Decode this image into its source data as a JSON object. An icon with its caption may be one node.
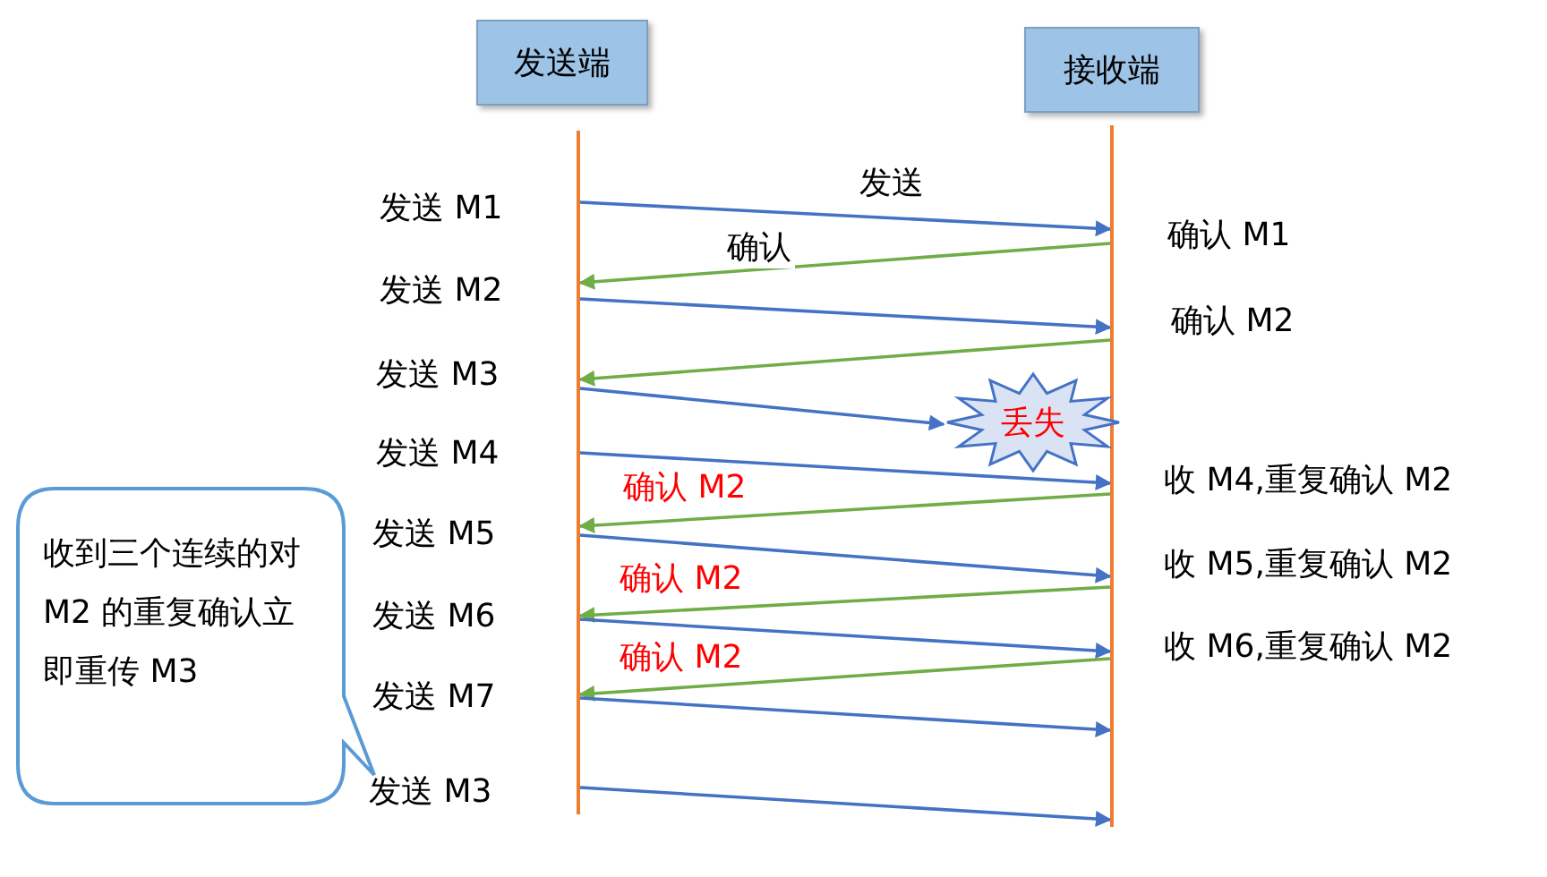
{
  "diagram": {
    "nodes": [
      {
        "text": [
          "发送端"
        ]
      },
      {
        "text": [
          "接收端"
        ]
      },
      {
        "text": [],
        "shape": "bar"
      },
      {
        "text": [],
        "shape": "bar"
      },
      {
        "text": [
          "丢失"
        ]
      },
      {
        "text": [
          "收到三个连续的对 M2 的重复确认立即重传 M3"
        ]
      }
    ],
    "edges": [
      {
        "from": 2,
        "to": 3,
        "arrow": "to",
        "label": "发送"
      },
      {
        "from": 3,
        "to": 2,
        "arrow": "to",
        "label": "确认",
        "color": "#70ad47"
      },
      {
        "from": 2,
        "to": 3,
        "arrow": "to"
      },
      {
        "from": 3,
        "to": 2,
        "arrow": "to",
        "color": "#70ad47"
      },
      {
        "from": 2,
        "to": 4,
        "arrow": "to"
      },
      {
        "from": 2,
        "to": 3,
        "arrow": "to"
      },
      {
        "from": 3,
        "to": 2,
        "arrow": "to",
        "label": "确认 M2",
        "color": "#70ad47"
      },
      {
        "from": 2,
        "to": 3,
        "arrow": "to"
      },
      {
        "from": 3,
        "to": 2,
        "arrow": "to",
        "label": "确认 M2",
        "color": "#70ad47"
      },
      {
        "from": 2,
        "to": 3,
        "arrow": "to"
      },
      {
        "from": 3,
        "to": 2,
        "arrow": "to",
        "label": "确认 M2",
        "color": "#70ad47"
      },
      {
        "from": 2,
        "to": 3,
        "arrow": "to"
      },
      {
        "from": 2,
        "to": 3,
        "arrow": "to"
      }
    ],
    "labels": [
      "发送 M1",
      "确认 M1",
      "发送 M2",
      "确认 M2",
      "发送 M3",
      "发送 M4",
      "收 M4,重复确认 M2",
      "发送 M5",
      "收 M5,重复确认 M2",
      "发送 M6",
      "收 M6,重复确认 M2",
      "发送 M7",
      "发送 M3"
    ]
  }
}
